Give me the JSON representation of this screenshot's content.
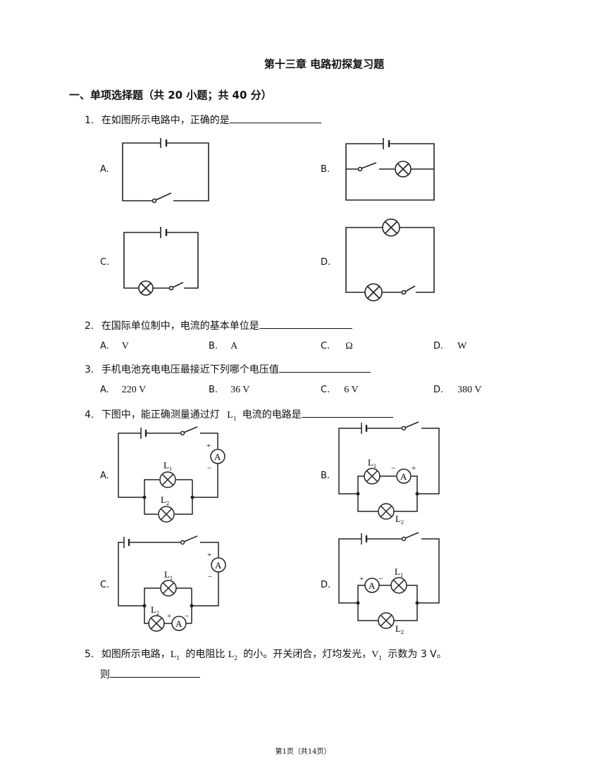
{
  "title": "第十三章 电路初探复习题",
  "section": "一、单项选择题（共 20 小题；共 40 分）",
  "questions": {
    "q1": {
      "num": "1.",
      "text": "在如图所示电路中，正确的是",
      "opts": [
        "A.",
        "B.",
        "C.",
        "D."
      ]
    },
    "q2": {
      "num": "2.",
      "text": "在国际单位制中，电流的基本单位是",
      "opts": [
        {
          "label": "A.",
          "text": "V"
        },
        {
          "label": "B.",
          "text": "A"
        },
        {
          "label": "C.",
          "text": "Ω"
        },
        {
          "label": "D.",
          "text": "W"
        }
      ]
    },
    "q3": {
      "num": "3.",
      "text": "手机电池充电电压最接近下列哪个电压值",
      "opts": [
        {
          "label": "A.",
          "text": "220 V"
        },
        {
          "label": "B.",
          "text": "36 V"
        },
        {
          "label": "C.",
          "text": "6 V"
        },
        {
          "label": "D.",
          "text": "380 V"
        }
      ]
    },
    "q4": {
      "num": "4.",
      "text_pre": "下图中，能正确测量通过灯",
      "lamp": "L",
      "sub1": "1",
      "text_post": "电流的电路是",
      "opts": [
        "A.",
        "B.",
        "C.",
        "D."
      ],
      "symbols": {
        "ammeter": "A",
        "plus": "+",
        "minus": "−",
        "L1": "L",
        "L2": "L",
        "s1": "1",
        "s2": "2"
      }
    },
    "q5": {
      "num": "5.",
      "p1": "如图所示电路，",
      "l1": "L",
      "s1": "1",
      "p2": "的电阻比",
      "l2": "L",
      "s2": "2",
      "p3": "的小。开关闭合，灯均发光，",
      "v1": "V",
      "sv": "1",
      "p4": "示数为 3 V。",
      "line2": "则"
    }
  },
  "footer": "第1页（共14页）"
}
